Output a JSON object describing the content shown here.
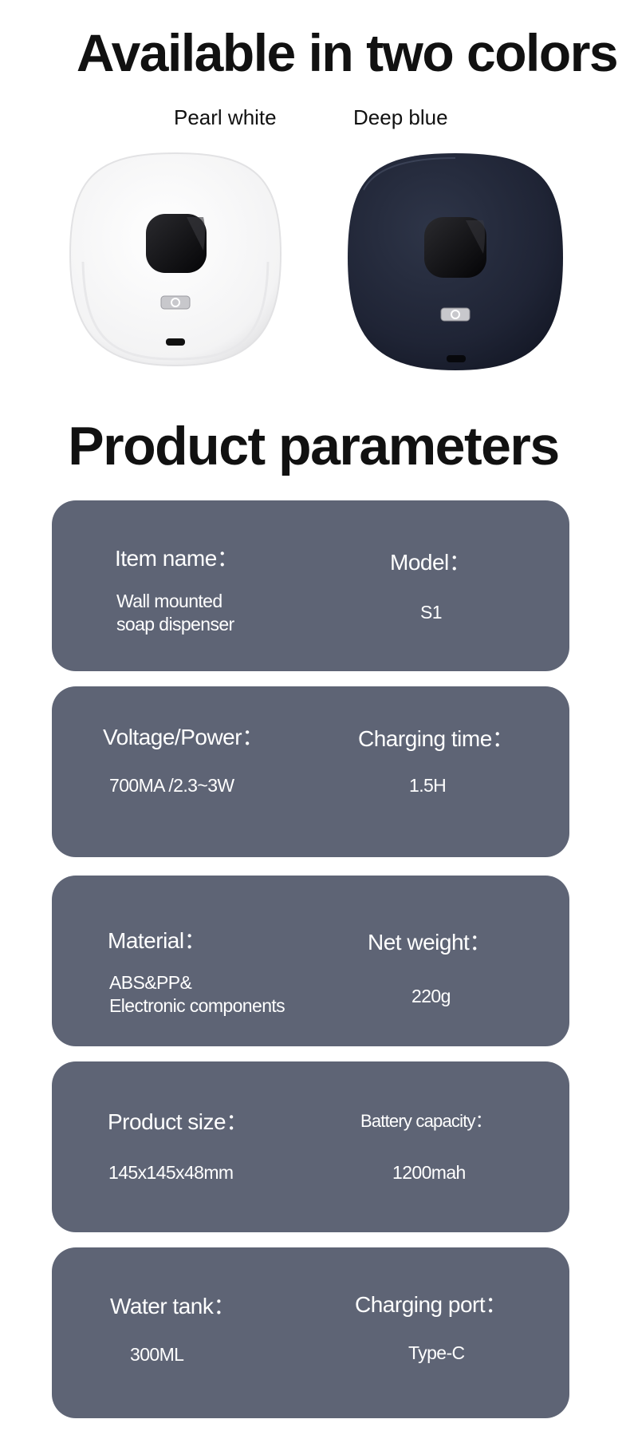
{
  "headings": {
    "colors": "Available in two colors",
    "params": "Product parameters"
  },
  "colors": {
    "white_label": "Pearl white",
    "blue_label": "Deep blue",
    "white_hex": "#f7f7f8",
    "blue_hex": "#202636"
  },
  "params": [
    {
      "label1": "Item name：",
      "value1": "Wall mounted\nsoap dispenser",
      "label2": "Model：",
      "value2": "S1"
    },
    {
      "label1": "Voltage/Power：",
      "value1": "700MA /2.3~3W",
      "label2": "Charging time：",
      "value2": "1.5H"
    },
    {
      "label1": "Material：",
      "value1": "ABS&PP&\nElectronic components",
      "label2": "Net weight：",
      "value2": "220g"
    },
    {
      "label1": "Product size：",
      "value1": "145x145x48mm",
      "label2": "Battery capacity：",
      "value2": "1200mah"
    },
    {
      "label1": "Water tank：",
      "value1": "300ML",
      "label2": "Charging port：",
      "value2": "Type-C"
    }
  ]
}
